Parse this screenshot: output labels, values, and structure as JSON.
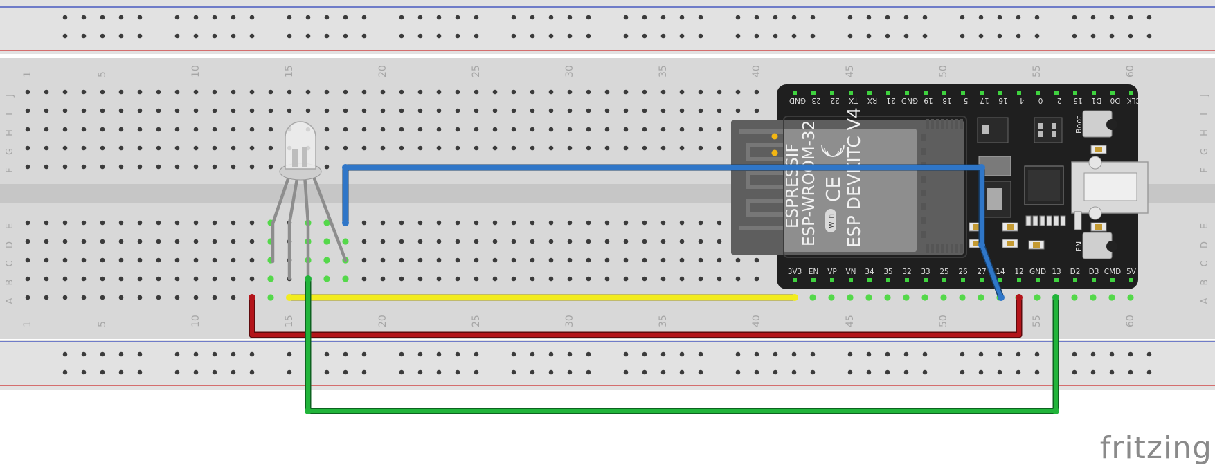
{
  "watermark": "fritzing",
  "breadboard": {
    "column_numbers": [
      "1",
      "5",
      "10",
      "15",
      "20",
      "25",
      "30",
      "35",
      "40",
      "45",
      "50",
      "55",
      "60"
    ],
    "row_letters_top": [
      "J",
      "I",
      "H",
      "G",
      "F"
    ],
    "row_letters_bottom": [
      "E",
      "D",
      "C",
      "B",
      "A"
    ]
  },
  "board": {
    "module_lines": [
      "ESPRESSIF",
      "ESP-WROOM-32"
    ],
    "title": "ESP DEVKITC V4",
    "ce_mark": "CE",
    "wifi_label": "Wi Fi",
    "boot_label": "Boot",
    "en_label": "EN",
    "top_pins": [
      "GND",
      "23",
      "22",
      "TX",
      "RX",
      "21",
      "GND",
      "19",
      "18",
      "5",
      "17",
      "16",
      "4",
      "0",
      "2",
      "15",
      "D1",
      "D0",
      "CLK"
    ],
    "bottom_pins": [
      "3V3",
      "EN",
      "VP",
      "VN",
      "34",
      "35",
      "32",
      "33",
      "25",
      "26",
      "27",
      "14",
      "12",
      "GND",
      "13",
      "D2",
      "D3",
      "CMD",
      "5V"
    ]
  },
  "wires": [
    {
      "name": "blue",
      "color": "#2f76c8"
    },
    {
      "name": "yellow",
      "color": "#f2ec1e"
    },
    {
      "name": "red",
      "color": "#b3141a"
    },
    {
      "name": "green",
      "color": "#21b43a"
    }
  ]
}
